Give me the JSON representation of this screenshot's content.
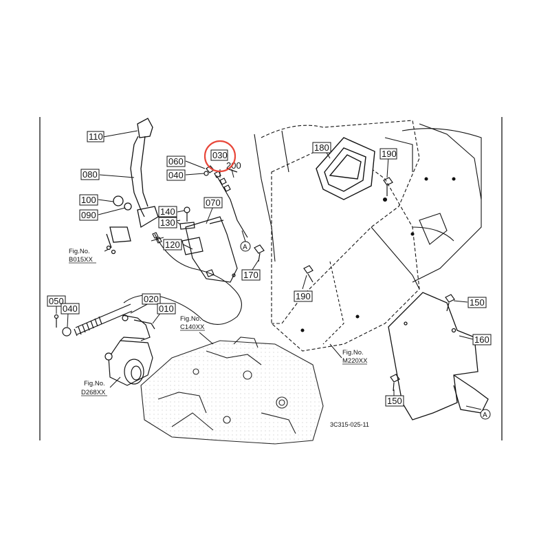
{
  "diagram": {
    "drawing_code": "3C315-025-11",
    "parts": {
      "p110": "110",
      "p080": "080",
      "p100": "100",
      "p090": "090",
      "p060": "060",
      "p040a": "040",
      "p030": "030",
      "p200": "200",
      "p070": "070",
      "p140": "140",
      "p130": "130",
      "p120": "120",
      "p170": "170",
      "p180": "180",
      "p190a": "190",
      "p190b": "190",
      "p150a": "150",
      "p150b": "150",
      "p160": "160",
      "p050": "050",
      "p040b": "040",
      "p020": "020",
      "p010": "010"
    },
    "figure_refs": {
      "b015_label": "Fig.No.",
      "b015_code": "B015XX",
      "c140_label": "Fig.No.",
      "c140_code": "C140XX",
      "m220_label": "Fig.No.",
      "m220_code": "M220XX",
      "d268_label": "Fig.No.",
      "d268_code": "D268XX"
    },
    "markers": {
      "a1": "A",
      "a2": "A"
    },
    "highlight": {
      "part": "030",
      "color": "#e8473a"
    }
  }
}
